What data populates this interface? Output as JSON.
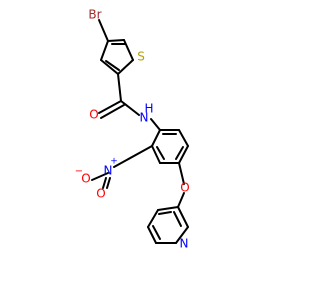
{
  "molecule": {
    "atoms": {
      "br": "Br",
      "s": "S",
      "o_carbonyl": "O",
      "nh": "N",
      "h": "H",
      "n_nitro": "N",
      "n_plus": "+",
      "o_nitro_top": "O",
      "o_nitro_bottom": "O",
      "o_minus": "−",
      "o_ether": "O",
      "n_pyridine": "N"
    }
  },
  "colors": {
    "carbon_bond": "#000000",
    "bromine": "#a52a2a",
    "sulfur": "#b8a000",
    "oxygen": "#ff0000",
    "nitrogen": "#0000ff"
  }
}
